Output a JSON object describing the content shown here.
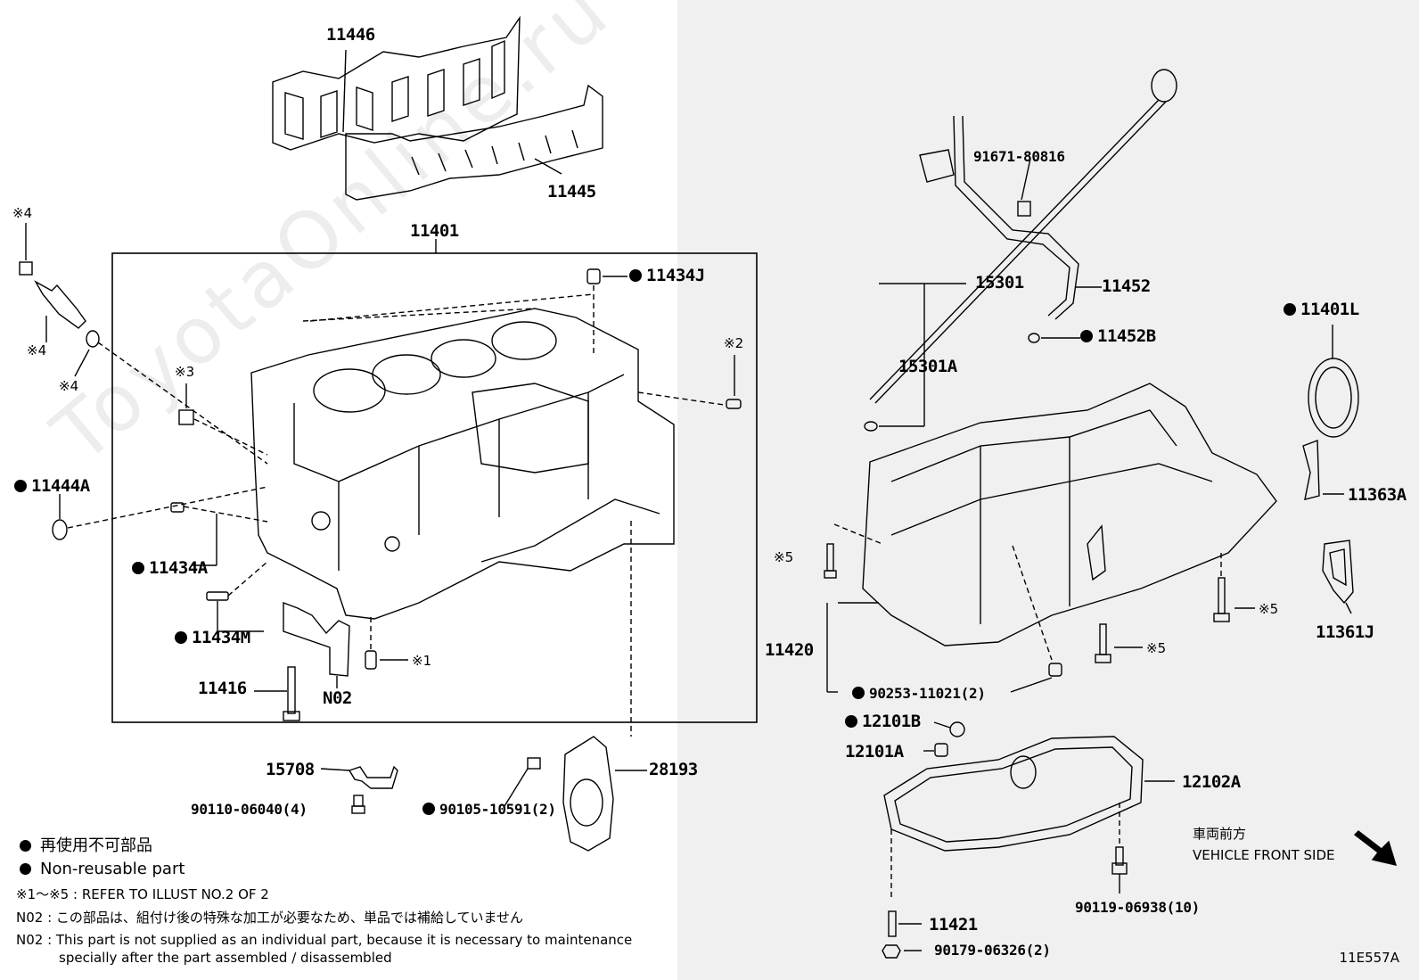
{
  "parts": {
    "p11446": "11446",
    "p11445": "11445",
    "p11401": "11401",
    "p11434J": "11434J",
    "p11444A": "11444A",
    "p11434A": "11434A",
    "p11434M": "11434M",
    "p11416": "11416",
    "pN02": "N02",
    "p15708": "15708",
    "p90110": "90110-06040(4)",
    "p90105": "90105-10591(2)",
    "p28193": "28193",
    "p91671": "91671-80816",
    "p15301": "15301",
    "p11452": "11452",
    "p11452B": "11452B",
    "p15301A": "15301A",
    "p11401L": "11401L",
    "p11363A": "11363A",
    "p11361J": "11361J",
    "p11420": "11420",
    "p90253": "90253-11021(2)",
    "p12101B": "12101B",
    "p12101A": "12101A",
    "p12102A": "12102A",
    "p90119": "90119-06938(10)",
    "p11421": "11421",
    "p90179": "90179-06326(2)"
  },
  "marks": {
    "m1": "※1",
    "m2": "※2",
    "m3": "※3",
    "m4a": "※4",
    "m4b": "※4",
    "m4c": "※4",
    "m5a": "※5",
    "m5b": "※5",
    "m5c": "※5"
  },
  "legend": {
    "jp_nonreusable": "再使用不可部品",
    "en_nonreusable": "Non-reusable part",
    "refer": "※1～※5 : REFER TO ILLUST NO.2 OF 2",
    "n02_jp": "N02 : この部品は、組付け後の特殊な加工が必要なため、単品では補給していません",
    "n02_en_1": "N02 : This part is not supplied as an individual part, because it is necessary to maintenance",
    "n02_en_2": "specially after the part assembled / disassembled"
  },
  "front": {
    "jp": "車両前方",
    "en": "VEHICLE FRONT SIDE"
  },
  "illust_code": "11E557A",
  "watermark": "ToyotaOnline.ru"
}
